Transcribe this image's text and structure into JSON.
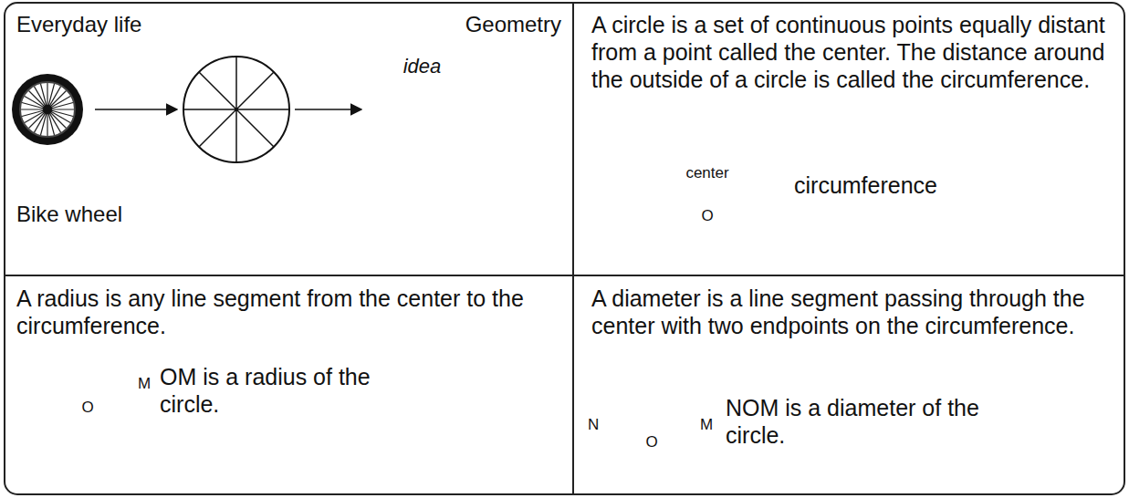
{
  "diagram": {
    "nodes": [
      {
        "text": [
          "Everyday life",
          "Geometry",
          "Bike wheel"
        ]
      },
      {
        "text": [
          "idea"
        ],
        "in": 0
      },
      {
        "text": [
          "A circle is a set of continuous points equally distant from a point called the center. The distance around the outside of a circle is called the circumference."
        ]
      },
      {
        "text": [
          "center",
          "O"
        ],
        "in": 2
      },
      {
        "text": [
          "circumference"
        ],
        "in": 2
      },
      {
        "text": [
          "A radius is any line segment from the center to the circumference.",
          "OM is a radius of the circle."
        ]
      },
      {
        "text": [
          "O"
        ],
        "in": 5
      },
      {
        "text": [
          "A diameter is a line segment passing through the center with two endpoints on the circumference.",
          "NOM is a diameter of the circle."
        ]
      },
      {
        "text": [
          "O"
        ],
        "in": 7
      }
    ],
    "edges": [
      {
        "from": 4,
        "to": 3,
        "arrow": "to"
      }
    ],
    "labels": [
      "M",
      "N",
      "M"
    ]
  }
}
